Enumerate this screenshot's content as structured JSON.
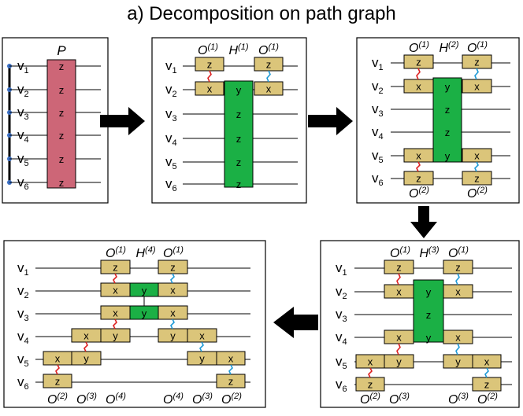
{
  "title": "a) Decomposition on path graph",
  "rows": [
    "1",
    "2",
    "3",
    "4",
    "5",
    "6"
  ],
  "vertex_prefix": "v",
  "P_label": "P",
  "colors": {
    "pink": "#cd6677",
    "green": "#1bb045",
    "tan": "#dbc57a",
    "red": "#dd2222",
    "blue": "#1f9ad6",
    "node": "#3a6fc4"
  },
  "panels": [
    {
      "id": "p1",
      "annotations": [
        {
          "base": "P",
          "sup": ""
        }
      ],
      "blocks": [
        {
          "cells": [
            "z",
            "z",
            "z",
            "z",
            "z",
            "z"
          ]
        }
      ]
    },
    {
      "id": "p2",
      "annotations": [
        {
          "base": "O",
          "sup": "(1)"
        },
        {
          "base": "H",
          "sup": "(1)"
        },
        {
          "base": "O",
          "sup": "(1)"
        }
      ],
      "blocks": [
        {
          "kind": "O1-left",
          "cells": [
            "z",
            "x"
          ]
        },
        {
          "kind": "H1",
          "cells": [
            "y",
            "z",
            "z",
            "z",
            "z"
          ]
        },
        {
          "kind": "O1-right",
          "cells": [
            "z",
            "x"
          ]
        }
      ]
    },
    {
      "id": "p3",
      "annotations": [
        {
          "base": "O",
          "sup": "(1)"
        },
        {
          "base": "H",
          "sup": "(2)"
        },
        {
          "base": "O",
          "sup": "(1)"
        },
        {
          "base": "O",
          "sup": "(2)"
        },
        {
          "base": "O",
          "sup": "(2)"
        }
      ],
      "blocks": [
        {
          "kind": "O1-left",
          "cells": [
            "z",
            "x"
          ]
        },
        {
          "kind": "H2",
          "cells": [
            "y",
            "z",
            "z",
            "y"
          ]
        },
        {
          "kind": "O1-right",
          "cells": [
            "z",
            "x"
          ]
        },
        {
          "kind": "O2-left",
          "cells": [
            "x",
            "z"
          ]
        },
        {
          "kind": "O2-right",
          "cells": [
            "x",
            "z"
          ]
        }
      ]
    },
    {
      "id": "p4",
      "annotations": [
        {
          "base": "O",
          "sup": "(1)"
        },
        {
          "base": "H",
          "sup": "(3)"
        },
        {
          "base": "O",
          "sup": "(1)"
        },
        {
          "base": "O",
          "sup": "(2)"
        },
        {
          "base": "O",
          "sup": "(3)"
        },
        {
          "base": "O",
          "sup": "(3)"
        },
        {
          "base": "O",
          "sup": "(2)"
        }
      ],
      "blocks": [
        {
          "kind": "O1-left",
          "cells": [
            "z",
            "x"
          ]
        },
        {
          "kind": "H3",
          "cells": [
            "y",
            "z",
            "y"
          ]
        },
        {
          "kind": "O1-right",
          "cells": [
            "z",
            "x"
          ]
        },
        {
          "kind": "O3-left",
          "cells": [
            "x",
            "y"
          ]
        },
        {
          "kind": "O3-right",
          "cells": [
            "x",
            "y"
          ]
        },
        {
          "kind": "O2-left",
          "cells": [
            "x",
            "z"
          ]
        },
        {
          "kind": "O2-right",
          "cells": [
            "x",
            "z"
          ]
        }
      ]
    },
    {
      "id": "p5",
      "annotations": [
        {
          "base": "O",
          "sup": "(1)"
        },
        {
          "base": "H",
          "sup": "(4)"
        },
        {
          "base": "O",
          "sup": "(1)"
        },
        {
          "base": "O",
          "sup": "(2)"
        },
        {
          "base": "O",
          "sup": "(3)"
        },
        {
          "base": "O",
          "sup": "(4)"
        },
        {
          "base": "O",
          "sup": "(4)"
        },
        {
          "base": "O",
          "sup": "(3)"
        },
        {
          "base": "O",
          "sup": "(2)"
        }
      ],
      "blocks": [
        {
          "kind": "O1-left",
          "cells": [
            "z",
            "x"
          ]
        },
        {
          "kind": "H4",
          "cells": [
            "y",
            "y"
          ]
        },
        {
          "kind": "O1-right",
          "cells": [
            "z",
            "x"
          ]
        },
        {
          "kind": "O4-left",
          "cells": [
            "x",
            "y"
          ]
        },
        {
          "kind": "O4-right",
          "cells": [
            "x",
            "y"
          ]
        },
        {
          "kind": "O3-left",
          "cells": [
            "x",
            "y"
          ]
        },
        {
          "kind": "O3-right",
          "cells": [
            "x",
            "y"
          ]
        },
        {
          "kind": "O2-left",
          "cells": [
            "x",
            "z"
          ]
        },
        {
          "kind": "O2-right",
          "cells": [
            "x",
            "z"
          ]
        }
      ]
    }
  ]
}
